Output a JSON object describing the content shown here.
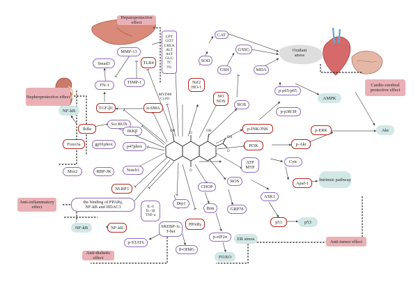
{
  "center": {
    "oh_top_left": "OH",
    "oh_top_right": "OH",
    "o_top": "O",
    "o_bottom": "O",
    "oh_cooh": "OH",
    "o_cooh": "O"
  },
  "effects": {
    "hepatoprotective": "Hepatoprotective effect",
    "nephroprotective": "Nephroprotective effect",
    "oxidant_stress": "Oxidant stress",
    "cardio_cerebral": "Cardio-cerebral protective effect",
    "anti_inflammatory": "Anti-inflammatory effect",
    "anti_diabetic": "Anti-diabetic effect",
    "anti_tumor": "Anti-tumor effect"
  },
  "nodes": {
    "smad3": "Smad3",
    "mmp13": "MMP-13",
    "liver_markers": "GPT\nGOT\nCREA\nALT\nAST\nGLU\nTC\nTG",
    "cat": "CAT",
    "gssg": "GSSG",
    "tlr4": "TLR4",
    "timp1": "TIMP-1",
    "nrf2": "Nrf2\nHO-1",
    "sod": "SOD",
    "gsh": "GSH",
    "mda": "MDA",
    "fn1": "FN-1",
    "myd88": "MYD88\nCyr61",
    "no_nos": "NO\nNOS",
    "ros_top": "ROS",
    "p_p65": "p-p65/p65",
    "p_p38": "p-p38/38",
    "tgf": "TGF-β1",
    "a_sma": "α-SMA",
    "ampk": "AMPK",
    "nfkb_left": "NF-kB",
    "scr_bun": "Scr BUN",
    "p_jnk": "p-JNK/JNK",
    "p_erk": "p-ERK",
    "akt": "Akt",
    "ikba": "IkBa",
    "ikkb": "IKKβ",
    "pi3k": "PI3K",
    "p_akt": "p-Akt",
    "foxo3a": "Foxo3a",
    "gp91": "gp91phox",
    "p47": "p47phox",
    "atp_mtp": "ATP\nMTP",
    "cytc": "Cytc",
    "msx2": "Msx2",
    "rbpjk": "RBP-JK",
    "notch1": "Notch1",
    "apaf1": "Apaf-1",
    "intrinsic": "Intrinsic pathway",
    "ros_mid": "ROS",
    "nlrp3": "NLRP3",
    "chop": "CHOP",
    "ask1": "ASK1",
    "ppar_binding": "the binding of PPARγ,\nNF-kB and HDAC3",
    "il": "IL-6\nIL-1β\nTNF-a",
    "drp1": "Drp1",
    "bim": "Bim",
    "grp78": "GRP78",
    "p53_red": "p53",
    "p53_teal": "p53",
    "nfkb_bottom": "NF-kB",
    "srebp": "SREBP-1c\nT-bet",
    "ppary": "PPARγ",
    "peif2a": "p-eIF2α",
    "er_stress": "ER stress",
    "pstat6": "p-STAT6",
    "ohdg": "8-OHdG",
    "foxo": "FOXO"
  }
}
